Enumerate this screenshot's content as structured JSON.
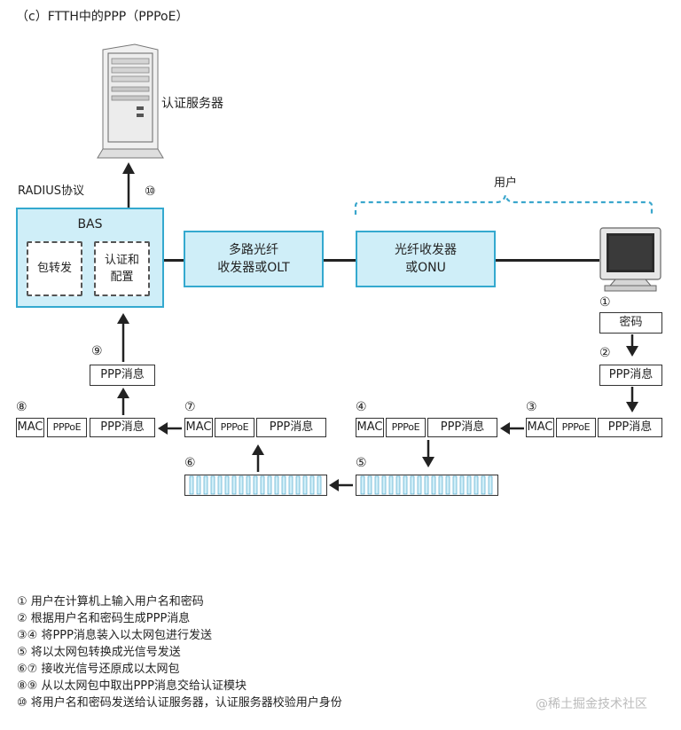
{
  "title": "（c）FTTH中的PPP（PPPoE）",
  "server_label": "认证服务器",
  "radius_label": "RADIUS协议",
  "user_label": "用户",
  "bas": {
    "title": "BAS",
    "packet_fwd": "包转发",
    "auth_config_1": "认证和",
    "auth_config_2": "配置"
  },
  "olt": {
    "line1": "多路光纤",
    "line2": "收发器或OLT"
  },
  "onu": {
    "line1": "光纤收发器",
    "line2": "或ONU"
  },
  "password_box": "密码",
  "packet": {
    "mac": "MAC",
    "pppoe": "PPPoE",
    "ppp": "PPP消息"
  },
  "steps": {
    "s1": "①",
    "s2": "②",
    "s3": "③",
    "s4": "④",
    "s5": "⑤",
    "s6": "⑥",
    "s7": "⑦",
    "s8": "⑧",
    "s9": "⑨",
    "s10": "⑩"
  },
  "notes": [
    "① 用户在计算机上输入用户名和密码",
    "② 根据用户名和密码生成PPP消息",
    "③④ 将PPP消息装入以太网包进行发送",
    "⑤ 将以太网包转换成光信号发送",
    "⑥⑦ 接收光信号还原成以太网包",
    "⑧⑨ 从以太网包中取出PPP消息交给认证模块",
    "⑩ 将用户名和密码发送给认证服务器，认证服务器校验用户身份"
  ],
  "watermark": "@稀土掘金技术社区",
  "colors": {
    "blue_fill": "#cfeef8",
    "blue_border": "#34a9cf",
    "user_bracket": "#3aa6cc"
  },
  "icons": {
    "server": "server-tower-icon",
    "monitor": "crt-monitor-icon",
    "fiber": "optical-signal-stripes-icon"
  }
}
